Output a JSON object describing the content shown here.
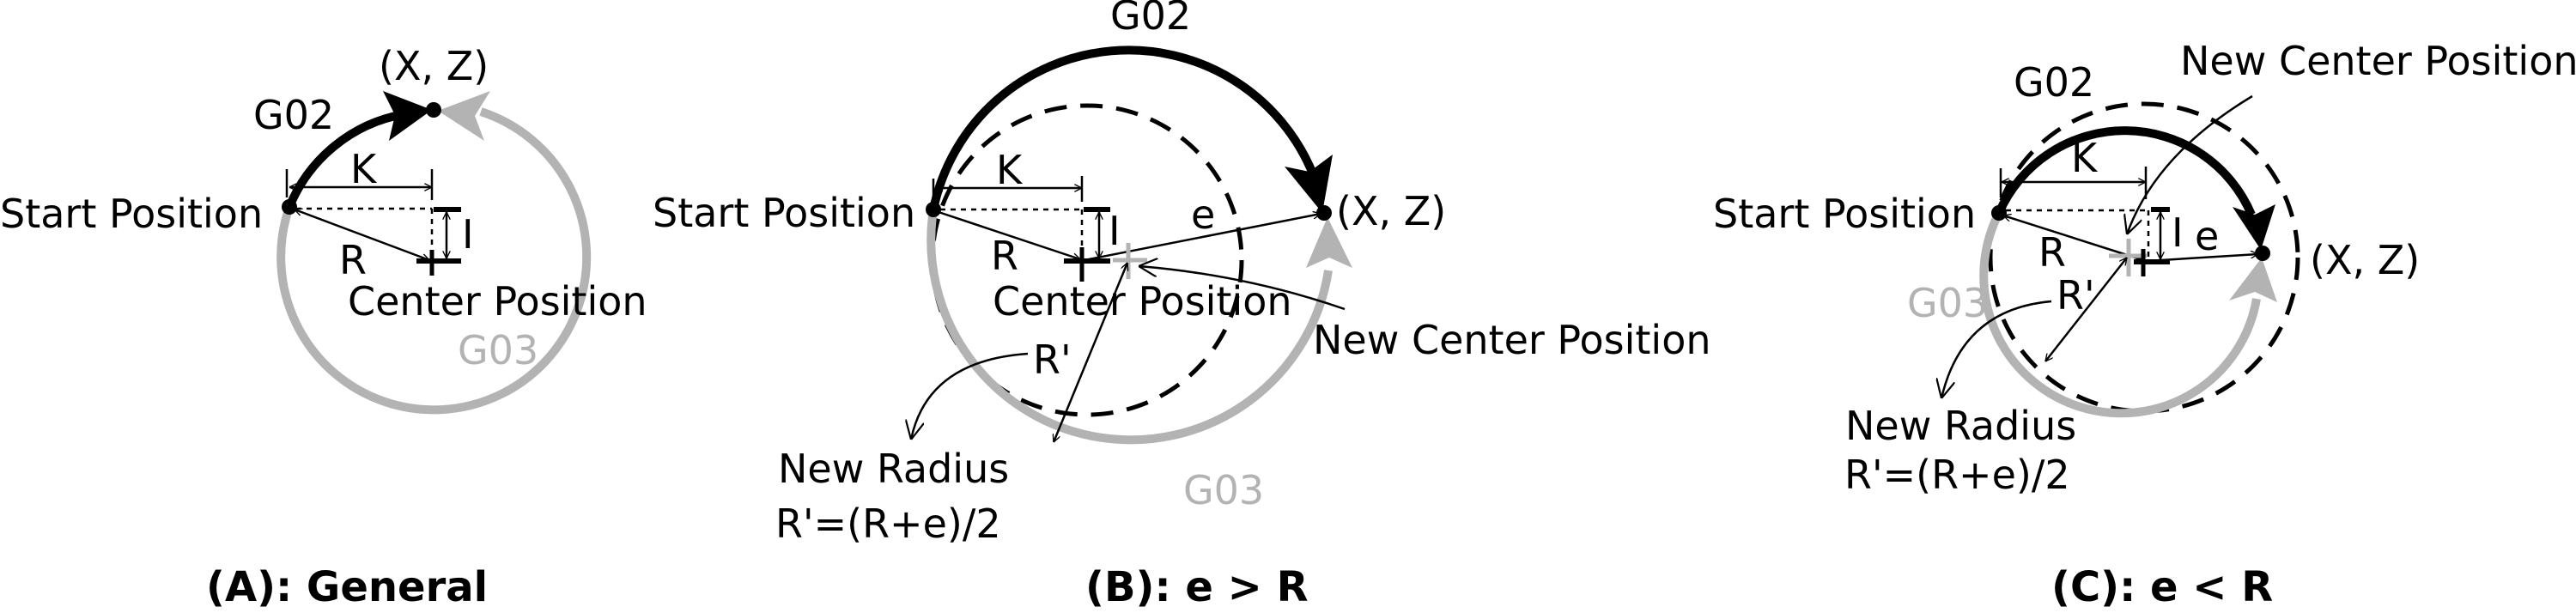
{
  "colors": {
    "g02": "#000000",
    "g03": "#b3b3b3"
  },
  "panels": [
    {
      "caption": "(A): General",
      "endpoint": "(X, Z)",
      "g02": "G02",
      "g03": "G03",
      "start": "Start Position",
      "k": "K",
      "i": "I",
      "r": "R",
      "center": "Center Position"
    },
    {
      "caption": "(B): e > R",
      "endpoint": "(X, Z)",
      "g02": "G02",
      "g03": "G03",
      "start": "Start Position",
      "k": "K",
      "i": "I",
      "r": "R",
      "e": "e",
      "center": "Center Position",
      "new_center": "New Center Position",
      "r_prime": "R'",
      "new_radius": "New Radius",
      "formula": "R'=(R+e)/2"
    },
    {
      "caption": "(C): e < R",
      "endpoint": "(X, Z)",
      "g02": "G02",
      "g03": "G03",
      "start": "Start Position",
      "k": "K",
      "i": "I",
      "r": "R",
      "e": "e",
      "new_center": "New Center Position",
      "r_prime": "R'",
      "new_radius": "New Radius",
      "formula": "R'=(R+e)/2"
    }
  ]
}
